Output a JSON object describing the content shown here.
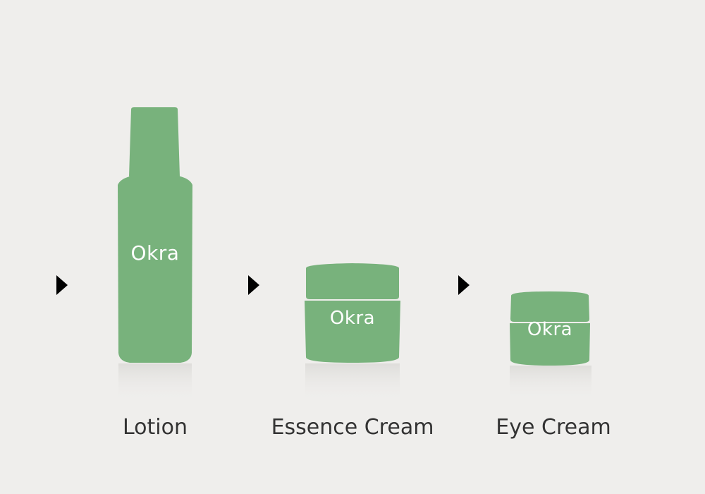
{
  "colors": {
    "background": "#efeeec",
    "product_green": "#78b27c",
    "arrow": "#000000",
    "caption_text": "#333333",
    "brand_text": "#ffffff"
  },
  "products": [
    {
      "brand": "Okra",
      "name": "Lotion",
      "shape": "bottle"
    },
    {
      "brand": "Okra",
      "name": "Essence Cream",
      "shape": "jar"
    },
    {
      "brand": "Okra",
      "name": "Eye Cream",
      "shape": "jar"
    }
  ],
  "icons": {
    "step_marker": "triangle-right-icon"
  }
}
